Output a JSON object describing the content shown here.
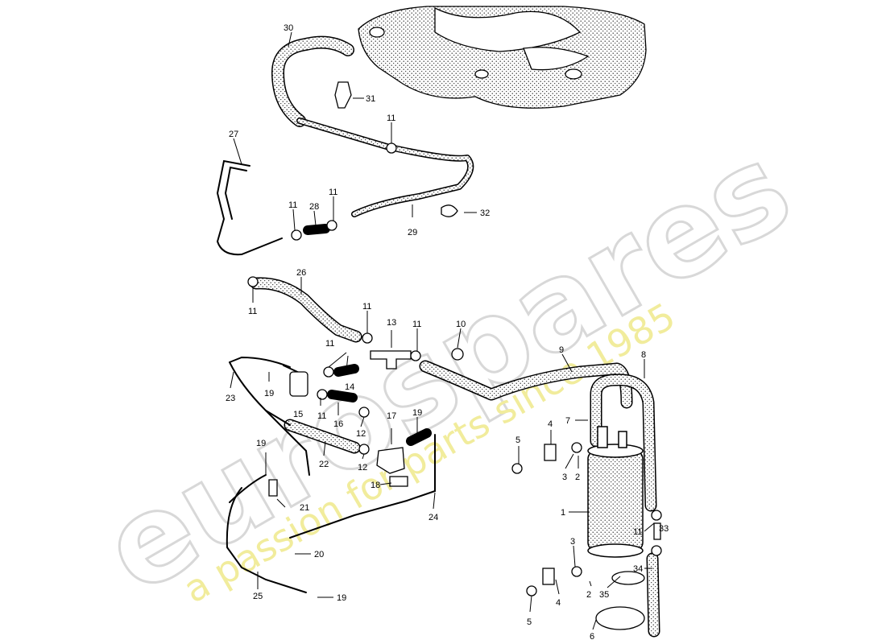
{
  "watermark": {
    "brand": "eurospares",
    "tagline": "a passion for parts since 1985",
    "brand_color": "#d8d8d8",
    "tagline_color": "#f1ec9c"
  },
  "callouts": [
    "30",
    "31",
    "11",
    "27",
    "11",
    "28",
    "11",
    "29",
    "32",
    "26",
    "11",
    "11",
    "13",
    "11",
    "10",
    "9",
    "8",
    "11",
    "14",
    "15",
    "19",
    "23",
    "11",
    "16",
    "12",
    "17",
    "19",
    "7",
    "4",
    "5",
    "3",
    "2",
    "22",
    "12",
    "18",
    "19",
    "21",
    "24",
    "1",
    "11",
    "33",
    "20",
    "3",
    "34",
    "25",
    "19",
    "2",
    "35",
    "4",
    "5",
    "6"
  ]
}
